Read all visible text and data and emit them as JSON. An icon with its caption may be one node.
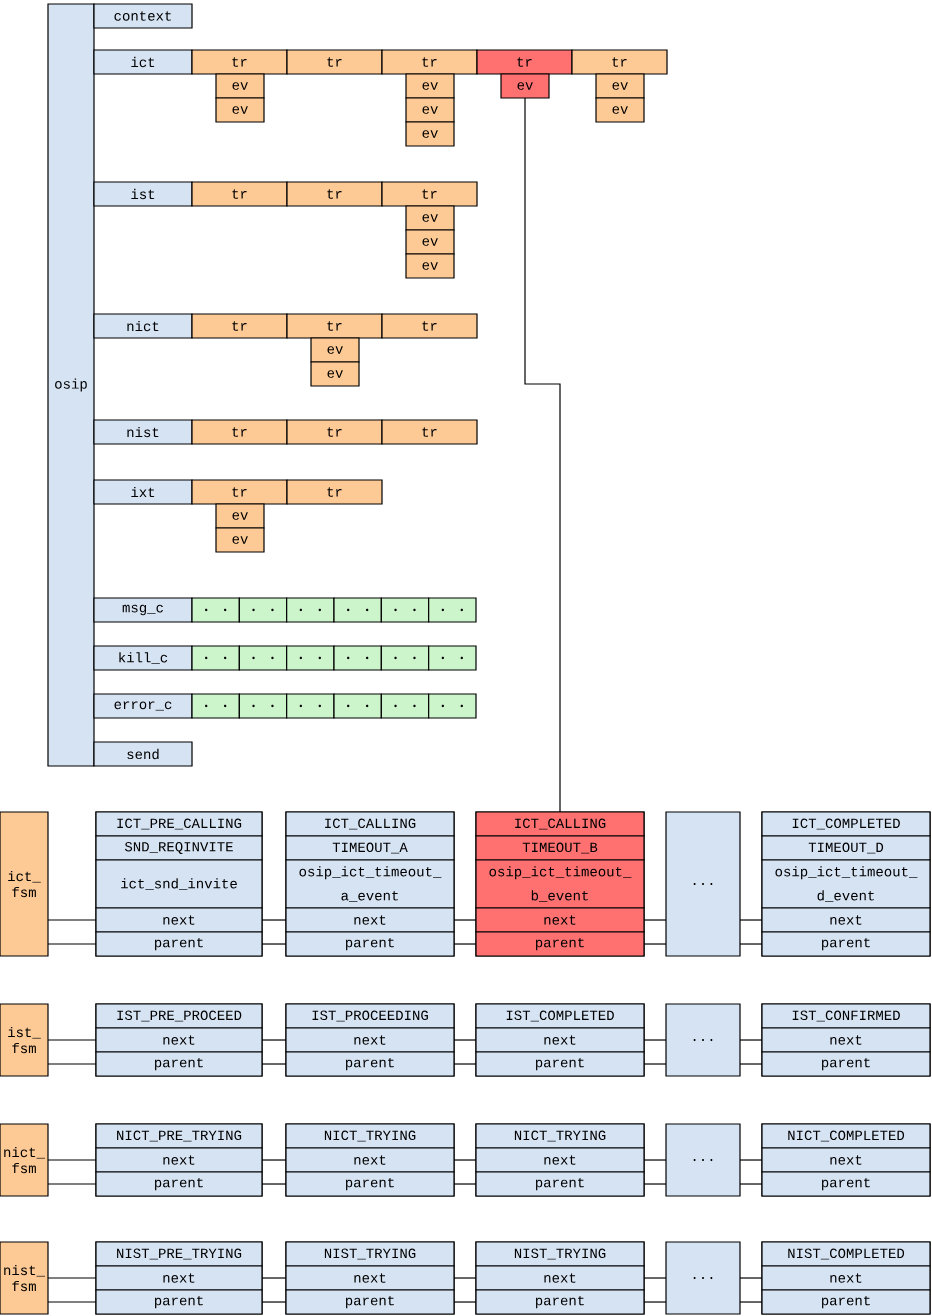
{
  "diagram": {
    "nodes": [
      {
        "text": [
          "osip"
        ]
      },
      {
        "text": [
          "context"
        ]
      },
      {
        "text": [
          "ict"
        ]
      },
      {
        "text": [
          "tr"
        ]
      },
      {
        "text": [
          "tr"
        ]
      },
      {
        "text": [
          "tr"
        ]
      },
      {
        "text": [
          "tr"
        ]
      },
      {
        "text": [
          "tr"
        ]
      },
      {
        "text": [
          "ev"
        ]
      },
      {
        "text": [
          "ev"
        ]
      },
      {
        "text": [
          "ev"
        ]
      },
      {
        "text": [
          "ev"
        ]
      },
      {
        "text": [
          "ev"
        ]
      },
      {
        "text": [
          "ev"
        ]
      },
      {
        "text": [
          "ev"
        ]
      },
      {
        "text": [
          "ev"
        ]
      },
      {
        "text": [
          "ist"
        ]
      },
      {
        "text": [
          "tr"
        ]
      },
      {
        "text": [
          "tr"
        ]
      },
      {
        "text": [
          "tr"
        ]
      },
      {
        "text": [
          "ev"
        ]
      },
      {
        "text": [
          "ev"
        ]
      },
      {
        "text": [
          "ev"
        ]
      },
      {
        "text": [
          "nict"
        ]
      },
      {
        "text": [
          "tr"
        ]
      },
      {
        "text": [
          "tr"
        ]
      },
      {
        "text": [
          "tr"
        ]
      },
      {
        "text": [
          "ev"
        ]
      },
      {
        "text": [
          "ev"
        ]
      },
      {
        "text": [
          "nist"
        ]
      },
      {
        "text": [
          "tr"
        ]
      },
      {
        "text": [
          "tr"
        ]
      },
      {
        "text": [
          "tr"
        ]
      },
      {
        "text": [
          "ixt"
        ]
      },
      {
        "text": [
          "tr"
        ]
      },
      {
        "text": [
          "tr"
        ]
      },
      {
        "text": [
          "ev"
        ]
      },
      {
        "text": [
          "ev"
        ]
      },
      {
        "text": [
          "msg_c"
        ]
      },
      {
        "text": [],
        "shape": "box"
      },
      {
        "text": [],
        "shape": "box"
      },
      {
        "text": [],
        "shape": "box"
      },
      {
        "text": [],
        "shape": "box"
      },
      {
        "text": [],
        "shape": "box"
      },
      {
        "text": [],
        "shape": "box"
      },
      {
        "text": [
          "kill_c"
        ]
      },
      {
        "text": [],
        "shape": "box"
      },
      {
        "text": [],
        "shape": "box"
      },
      {
        "text": [],
        "shape": "box"
      },
      {
        "text": [],
        "shape": "box"
      },
      {
        "text": [],
        "shape": "box"
      },
      {
        "text": [],
        "shape": "box"
      },
      {
        "text": [
          "error_c"
        ]
      },
      {
        "text": [],
        "shape": "box"
      },
      {
        "text": [],
        "shape": "box"
      },
      {
        "text": [],
        "shape": "box"
      },
      {
        "text": [],
        "shape": "box"
      },
      {
        "text": [],
        "shape": "box"
      },
      {
        "text": [],
        "shape": "box"
      },
      {
        "text": [
          "send"
        ]
      },
      {
        "text": [
          "ict_fsm"
        ]
      },
      {
        "text": [
          "ICT_PRE_CALLING",
          "SND_REQINVITE",
          "ict_snd_invite",
          "next",
          "parent"
        ]
      },
      {
        "text": [
          "ICT_CALLING",
          "TIMEOUT_A",
          "osip_ict_timeout_a_event",
          "next",
          "parent"
        ]
      },
      {
        "text": [
          "ICT_CALLING",
          "TIMEOUT_B",
          "osip_ict_timeout_b_event",
          "next",
          "parent"
        ]
      },
      {
        "text": [
          "..."
        ]
      },
      {
        "text": [
          "ICT_COMPLETED",
          "TIMEOUT_D",
          "osip_ict_timeout_d_event",
          "next",
          "parent"
        ]
      },
      {
        "text": [
          "ist_fsm"
        ]
      },
      {
        "text": [
          "IST_PRE_PROCEED",
          "next",
          "parent"
        ]
      },
      {
        "text": [
          "IST_PROCEEDING",
          "next",
          "parent"
        ]
      },
      {
        "text": [
          "IST_COMPLETED",
          "next",
          "parent"
        ]
      },
      {
        "text": [
          "..."
        ]
      },
      {
        "text": [
          "IST_CONFIRMED",
          "next",
          "parent"
        ]
      },
      {
        "text": [
          "nict_fsm"
        ]
      },
      {
        "text": [
          "NICT_PRE_TRYING",
          "next",
          "parent"
        ]
      },
      {
        "text": [
          "NICT_TRYING",
          "next",
          "parent"
        ]
      },
      {
        "text": [
          "NICT_TRYING",
          "next",
          "parent"
        ]
      },
      {
        "text": [
          "..."
        ]
      },
      {
        "text": [
          "NICT_COMPLETED",
          "next",
          "parent"
        ]
      },
      {
        "text": [
          "nist_fsm"
        ]
      },
      {
        "text": [
          "NIST_PRE_TRYING",
          "next",
          "parent"
        ]
      },
      {
        "text": [
          "NIST_TRYING",
          "next",
          "parent"
        ]
      },
      {
        "text": [
          "NIST_TRYING",
          "next",
          "parent"
        ]
      },
      {
        "text": [
          "..."
        ]
      },
      {
        "text": [
          "NIST_COMPLETED",
          "next",
          "parent"
        ]
      }
    ],
    "edges": [
      {
        "from": 13,
        "to": 63,
        "arrow": "none"
      },
      {
        "from": 60,
        "to": 61,
        "arrow": "none"
      },
      {
        "from": 60,
        "to": 61,
        "arrow": "none"
      },
      {
        "from": 61,
        "to": 62,
        "arrow": "none"
      },
      {
        "from": 61,
        "to": 62,
        "arrow": "none"
      },
      {
        "from": 62,
        "to": 63,
        "arrow": "none"
      },
      {
        "from": 62,
        "to": 63,
        "arrow": "none"
      },
      {
        "from": 63,
        "to": 64,
        "arrow": "none"
      },
      {
        "from": 63,
        "to": 64,
        "arrow": "none"
      },
      {
        "from": 64,
        "to": 65,
        "arrow": "none"
      },
      {
        "from": 64,
        "to": 65,
        "arrow": "none"
      },
      {
        "from": 66,
        "to": 67,
        "arrow": "none"
      },
      {
        "from": 66,
        "to": 67,
        "arrow": "none"
      },
      {
        "from": 67,
        "to": 68,
        "arrow": "none"
      },
      {
        "from": 67,
        "to": 68,
        "arrow": "none"
      },
      {
        "from": 68,
        "to": 69,
        "arrow": "none"
      },
      {
        "from": 68,
        "to": 69,
        "arrow": "none"
      },
      {
        "from": 69,
        "to": 70,
        "arrow": "none"
      },
      {
        "from": 69,
        "to": 70,
        "arrow": "none"
      },
      {
        "from": 70,
        "to": 71,
        "arrow": "none"
      },
      {
        "from": 70,
        "to": 71,
        "arrow": "none"
      },
      {
        "from": 72,
        "to": 73,
        "arrow": "none"
      },
      {
        "from": 72,
        "to": 73,
        "arrow": "none"
      },
      {
        "from": 73,
        "to": 74,
        "arrow": "none"
      },
      {
        "from": 73,
        "to": 74,
        "arrow": "none"
      },
      {
        "from": 74,
        "to": 75,
        "arrow": "none"
      },
      {
        "from": 74,
        "to": 75,
        "arrow": "none"
      },
      {
        "from": 75,
        "to": 76,
        "arrow": "none"
      },
      {
        "from": 75,
        "to": 76,
        "arrow": "none"
      },
      {
        "from": 76,
        "to": 77,
        "arrow": "none"
      },
      {
        "from": 76,
        "to": 77,
        "arrow": "none"
      },
      {
        "from": 78,
        "to": 79,
        "arrow": "none"
      },
      {
        "from": 78,
        "to": 79,
        "arrow": "none"
      },
      {
        "from": 79,
        "to": 80,
        "arrow": "none"
      },
      {
        "from": 79,
        "to": 80,
        "arrow": "none"
      },
      {
        "from": 80,
        "to": 81,
        "arrow": "none"
      },
      {
        "from": 80,
        "to": 81,
        "arrow": "none"
      },
      {
        "from": 81,
        "to": 82,
        "arrow": "none"
      },
      {
        "from": 81,
        "to": 82,
        "arrow": "none"
      },
      {
        "from": 82,
        "to": 83,
        "arrow": "none"
      },
      {
        "from": 82,
        "to": 83,
        "arrow": "none"
      }
    ]
  }
}
